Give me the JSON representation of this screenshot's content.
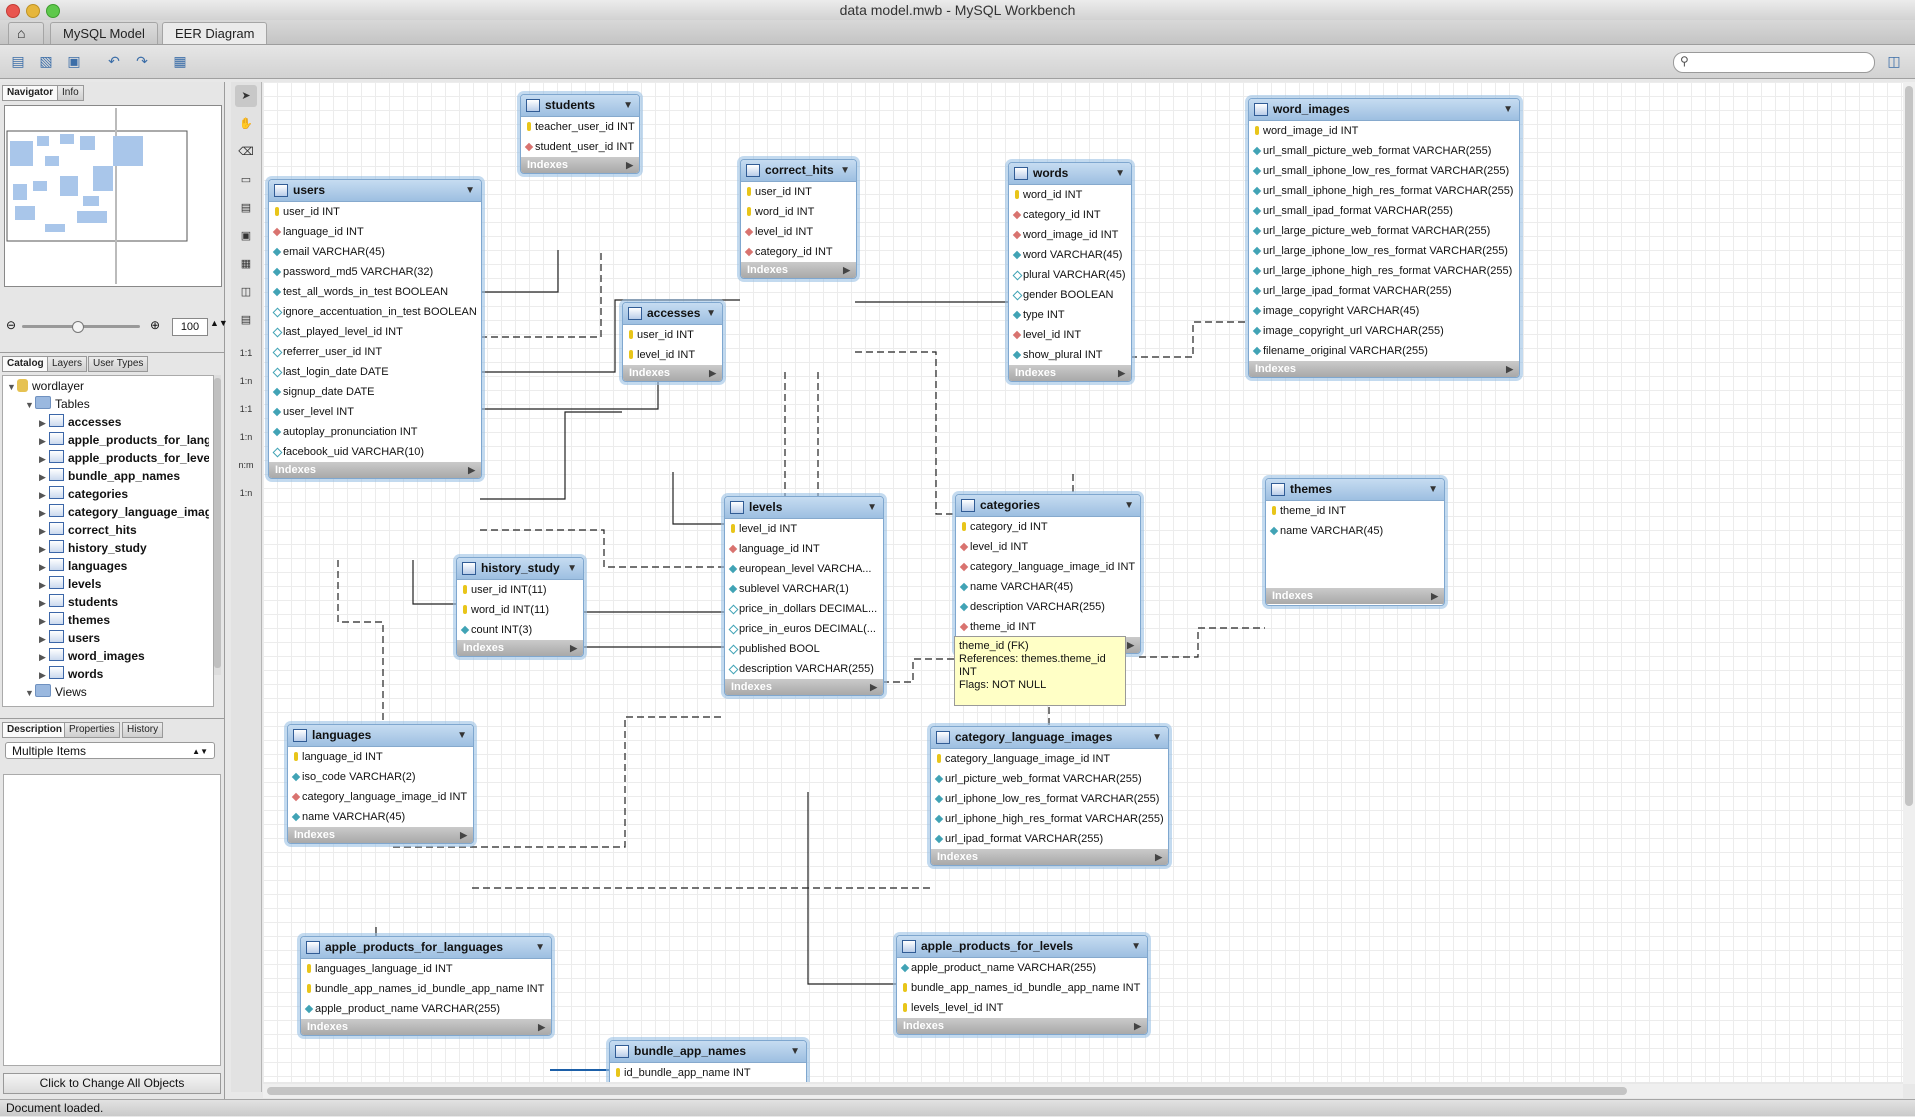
{
  "window": {
    "title": "data model.mwb - MySQL Workbench"
  },
  "tabs": {
    "home": "",
    "model": "MySQL Model",
    "eer": "EER Diagram"
  },
  "left": {
    "top_tabs": {
      "navigator": "Navigator",
      "info": "Info"
    },
    "zoom": "100",
    "mid_tabs": {
      "catalog": "Catalog",
      "layers": "Layers",
      "user_types": "User Types"
    },
    "tree": {
      "schema": "wordlayer",
      "tables_folder": "Tables",
      "tables": [
        "accesses",
        "apple_products_for_lang",
        "apple_products_for_leve",
        "bundle_app_names",
        "categories",
        "category_language_imag",
        "correct_hits",
        "history_study",
        "languages",
        "levels",
        "students",
        "themes",
        "users",
        "word_images",
        "words"
      ],
      "views_folder": "Views"
    },
    "bottom_tabs": {
      "description": "Description",
      "properties": "Properties",
      "history": "History"
    },
    "select_value": "Multiple Items",
    "change_all_button": "Click to Change All Objects"
  },
  "tools": {
    "r1": "1:1",
    "r2": "1:n",
    "r3": "1:1",
    "r4": "1:n",
    "r5": "n:m",
    "r6": "1:n"
  },
  "footer_label": "Indexes",
  "tables": {
    "students": {
      "name": "students",
      "cols": [
        {
          "t": "pk",
          "n": "teacher_user_id INT"
        },
        {
          "t": "fk",
          "n": "student_user_id INT"
        }
      ]
    },
    "correct_hits": {
      "name": "correct_hits",
      "cols": [
        {
          "t": "pk",
          "n": "user_id INT"
        },
        {
          "t": "pk",
          "n": "word_id INT"
        },
        {
          "t": "fk",
          "n": "level_id INT"
        },
        {
          "t": "fk",
          "n": "category_id INT"
        }
      ]
    },
    "words": {
      "name": "words",
      "cols": [
        {
          "t": "pk",
          "n": "word_id INT"
        },
        {
          "t": "fk",
          "n": "category_id INT"
        },
        {
          "t": "fk",
          "n": "word_image_id INT"
        },
        {
          "t": "nn",
          "n": "word VARCHAR(45)"
        },
        {
          "t": "nl",
          "n": "plural VARCHAR(45)"
        },
        {
          "t": "nl",
          "n": "gender BOOLEAN"
        },
        {
          "t": "nn",
          "n": "type INT"
        },
        {
          "t": "fk",
          "n": "level_id INT"
        },
        {
          "t": "nn",
          "n": "show_plural INT"
        }
      ]
    },
    "word_images": {
      "name": "word_images",
      "cols": [
        {
          "t": "pk",
          "n": "word_image_id INT"
        },
        {
          "t": "nn",
          "n": "url_small_picture_web_format VARCHAR(255)"
        },
        {
          "t": "nn",
          "n": "url_small_iphone_low_res_format VARCHAR(255)"
        },
        {
          "t": "nn",
          "n": "url_small_iphone_high_res_format VARCHAR(255)"
        },
        {
          "t": "nn",
          "n": "url_small_ipad_format VARCHAR(255)"
        },
        {
          "t": "nn",
          "n": "url_large_picture_web_format VARCHAR(255)"
        },
        {
          "t": "nn",
          "n": "url_large_iphone_low_res_format VARCHAR(255)"
        },
        {
          "t": "nn",
          "n": "url_large_iphone_high_res_format VARCHAR(255)"
        },
        {
          "t": "nn",
          "n": "url_large_ipad_format VARCHAR(255)"
        },
        {
          "t": "nn",
          "n": "image_copyright VARCHAR(45)"
        },
        {
          "t": "nn",
          "n": "image_copyright_url VARCHAR(255)"
        },
        {
          "t": "nn",
          "n": "filename_original VARCHAR(255)"
        }
      ]
    },
    "users": {
      "name": "users",
      "cols": [
        {
          "t": "pk",
          "n": "user_id INT"
        },
        {
          "t": "fk",
          "n": "language_id INT"
        },
        {
          "t": "nn",
          "n": "email VARCHAR(45)"
        },
        {
          "t": "nn",
          "n": "password_md5 VARCHAR(32)"
        },
        {
          "t": "nn",
          "n": "test_all_words_in_test BOOLEAN"
        },
        {
          "t": "nl",
          "n": "ignore_accentuation_in_test BOOLEAN"
        },
        {
          "t": "nl",
          "n": "last_played_level_id INT"
        },
        {
          "t": "nl",
          "n": "referrer_user_id INT"
        },
        {
          "t": "nl",
          "n": "last_login_date DATE"
        },
        {
          "t": "nn",
          "n": "signup_date DATE"
        },
        {
          "t": "nn",
          "n": "user_level INT"
        },
        {
          "t": "nn",
          "n": "autoplay_pronunciation INT"
        },
        {
          "t": "nl",
          "n": "facebook_uid VARCHAR(10)"
        }
      ]
    },
    "accesses": {
      "name": "accesses",
      "cols": [
        {
          "t": "pk",
          "n": "user_id INT"
        },
        {
          "t": "pk",
          "n": "level_id INT"
        }
      ]
    },
    "levels": {
      "name": "levels",
      "cols": [
        {
          "t": "pk",
          "n": "level_id INT"
        },
        {
          "t": "fk",
          "n": "language_id INT"
        },
        {
          "t": "nn",
          "n": "european_level VARCHA..."
        },
        {
          "t": "nn",
          "n": "sublevel VARCHAR(1)"
        },
        {
          "t": "nl",
          "n": "price_in_dollars DECIMAL..."
        },
        {
          "t": "nl",
          "n": "price_in_euros DECIMAL(..."
        },
        {
          "t": "nl",
          "n": "published BOOL"
        },
        {
          "t": "nl",
          "n": "description VARCHAR(255)"
        }
      ]
    },
    "categories": {
      "name": "categories",
      "cols": [
        {
          "t": "pk",
          "n": "category_id INT"
        },
        {
          "t": "fk",
          "n": "level_id INT"
        },
        {
          "t": "fk",
          "n": "category_language_image_id INT"
        },
        {
          "t": "nn",
          "n": "name VARCHAR(45)"
        },
        {
          "t": "nn",
          "n": "description VARCHAR(255)"
        },
        {
          "t": "fk",
          "n": "theme_id INT"
        }
      ]
    },
    "themes": {
      "name": "themes",
      "cols": [
        {
          "t": "pk",
          "n": "theme_id INT"
        },
        {
          "t": "nn",
          "n": "name VARCHAR(45)"
        }
      ]
    },
    "history_study": {
      "name": "history_study",
      "cols": [
        {
          "t": "pk",
          "n": "user_id INT(11)"
        },
        {
          "t": "pk",
          "n": "word_id INT(11)"
        },
        {
          "t": "nn",
          "n": "count INT(3)"
        }
      ]
    },
    "languages": {
      "name": "languages",
      "cols": [
        {
          "t": "pk",
          "n": "language_id INT"
        },
        {
          "t": "nn",
          "n": "iso_code VARCHAR(2)"
        },
        {
          "t": "fk",
          "n": "category_language_image_id INT"
        },
        {
          "t": "nn",
          "n": "name VARCHAR(45)"
        }
      ]
    },
    "category_language_images": {
      "name": "category_language_images",
      "cols": [
        {
          "t": "pk",
          "n": "category_language_image_id INT"
        },
        {
          "t": "nn",
          "n": "url_picture_web_format VARCHAR(255)"
        },
        {
          "t": "nn",
          "n": "url_iphone_low_res_format VARCHAR(255)"
        },
        {
          "t": "nn",
          "n": "url_iphone_high_res_format VARCHAR(255)"
        },
        {
          "t": "nn",
          "n": "url_ipad_format VARCHAR(255)"
        }
      ]
    },
    "apple_products_for_languages": {
      "name": "apple_products_for_languages",
      "cols": [
        {
          "t": "pk",
          "n": "languages_language_id INT"
        },
        {
          "t": "pk",
          "n": "bundle_app_names_id_bundle_app_name INT"
        },
        {
          "t": "nn",
          "n": "apple_product_name VARCHAR(255)"
        }
      ]
    },
    "apple_products_for_levels": {
      "name": "apple_products_for_levels",
      "cols": [
        {
          "t": "nn",
          "n": "apple_product_name VARCHAR(255)"
        },
        {
          "t": "pk",
          "n": "bundle_app_names_id_bundle_app_name INT"
        },
        {
          "t": "pk",
          "n": "levels_level_id INT"
        }
      ]
    },
    "bundle_app_names": {
      "name": "bundle_app_names",
      "cols": [
        {
          "t": "pk",
          "n": "id_bundle_app_name INT"
        }
      ]
    }
  },
  "tooltip": {
    "l1": "theme_id (FK)",
    "l2": "References: themes.theme_id INT",
    "l3": "Flags: NOT NULL"
  },
  "status": "Document loaded."
}
